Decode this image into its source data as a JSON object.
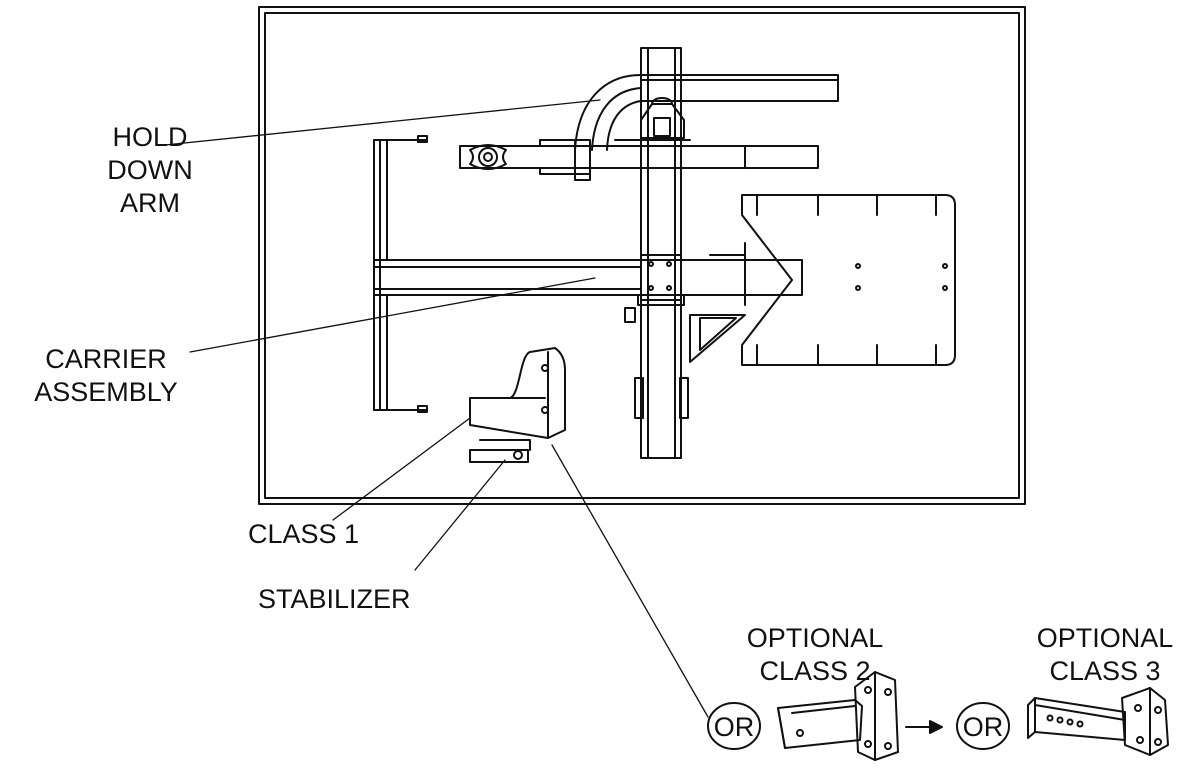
{
  "labels": {
    "hold_down_arm": [
      "HOLD",
      "DOWN",
      "ARM"
    ],
    "carrier_assembly": [
      "CARRIER",
      "ASSEMBLY"
    ],
    "class_1": "CLASS 1",
    "stabilizer": "STABILIZER",
    "optional_class_2": [
      "OPTIONAL",
      "CLASS 2"
    ],
    "optional_class_3": [
      "OPTIONAL",
      "CLASS 3"
    ],
    "or_1": "OR",
    "or_2": "OR"
  },
  "colors": {
    "line": "#111111",
    "background": "#ffffff"
  }
}
